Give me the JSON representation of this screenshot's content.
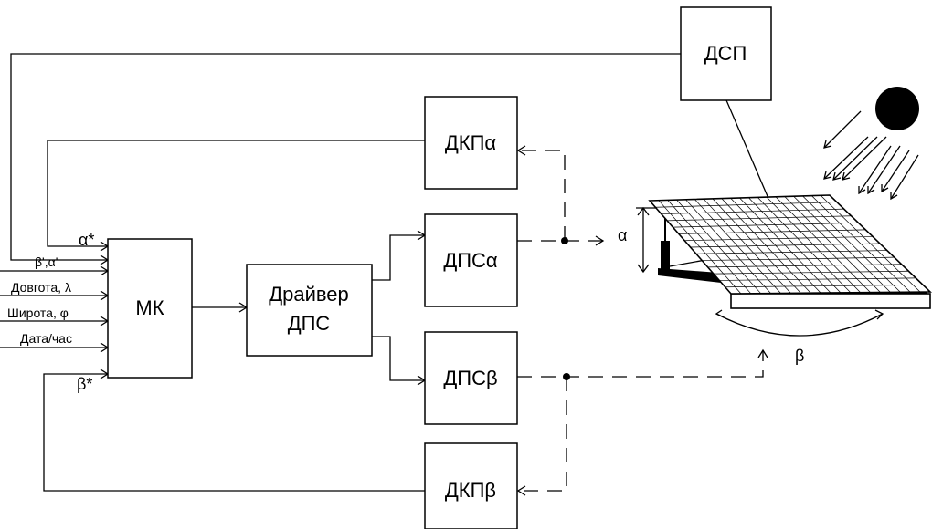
{
  "blocks": {
    "mk": "МК",
    "driver_line1": "Драйвер",
    "driver_line2": "ДПС",
    "dsp": "ДСП",
    "dkp_alpha": "ДКПα",
    "dps_alpha": "ДПСα",
    "dps_beta": "ДПСβ",
    "dkp_beta": "ДКПβ"
  },
  "inputs": {
    "alpha_star": "α*",
    "beta_alpha_prime": "β',α'",
    "longitude": "Довгота, λ",
    "latitude": "Широта, φ",
    "date_time": "Дата/час",
    "beta_star": "β*"
  },
  "angles": {
    "alpha": "α",
    "beta": "β"
  },
  "colors": {
    "line": "#000000",
    "sun": "#000000",
    "background": "#ffffff"
  }
}
